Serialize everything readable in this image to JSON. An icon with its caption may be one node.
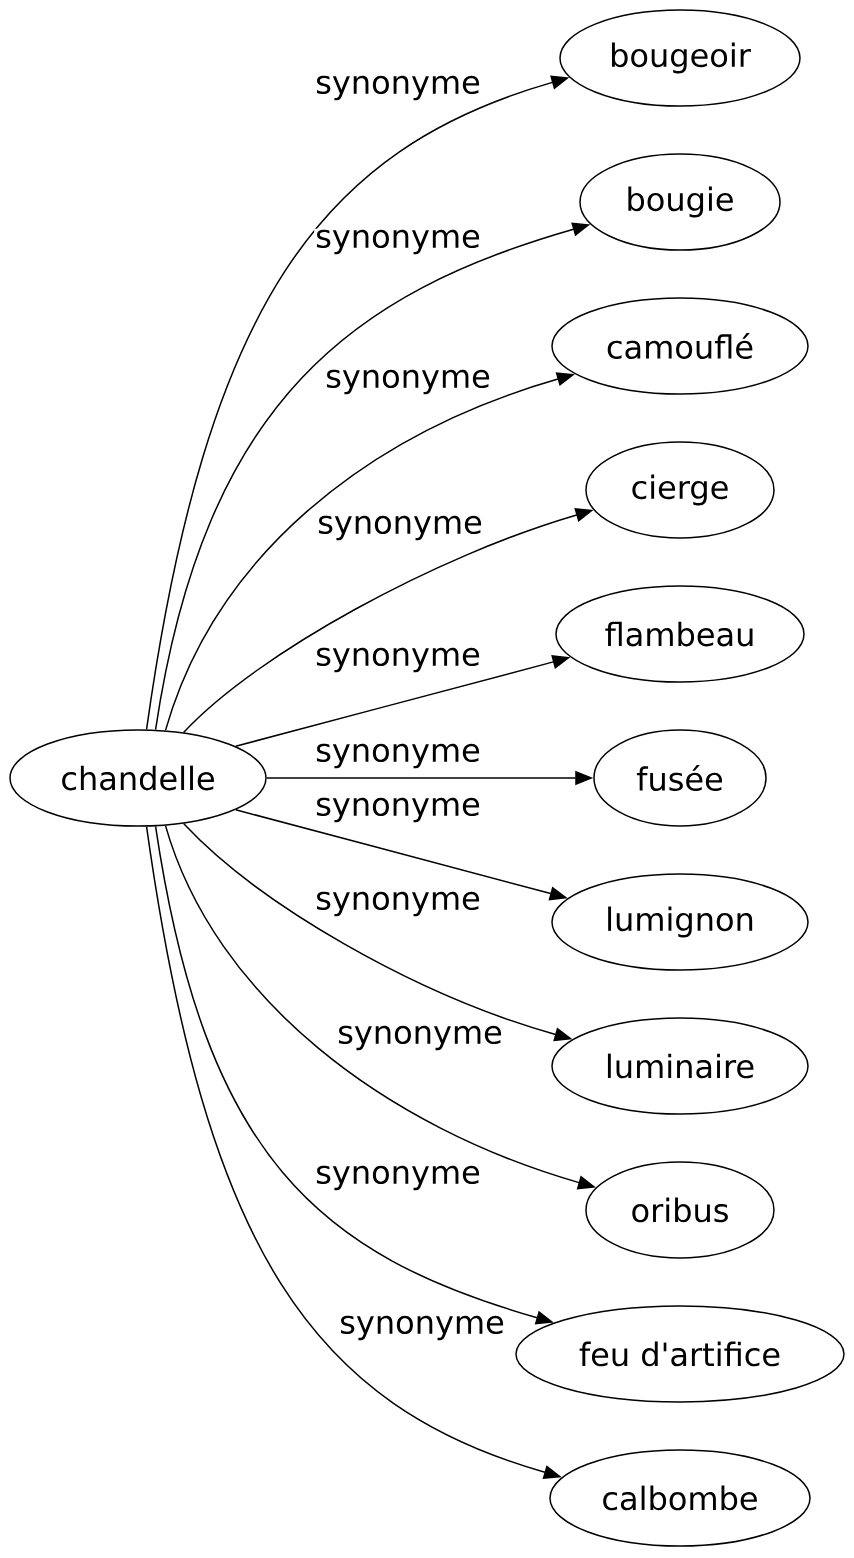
{
  "diagram": {
    "nodes": [
      {
        "text": [
          "chandelle"
        ]
      },
      {
        "text": [
          "bougeoir"
        ]
      },
      {
        "text": [
          "bougie"
        ]
      },
      {
        "text": [
          "camouflé"
        ]
      },
      {
        "text": [
          "cierge"
        ]
      },
      {
        "text": [
          "flambeau"
        ]
      },
      {
        "text": [
          "fusée"
        ]
      },
      {
        "text": [
          "lumignon"
        ]
      },
      {
        "text": [
          "luminaire"
        ]
      },
      {
        "text": [
          "oribus"
        ]
      },
      {
        "text": [
          "feu d'artifice"
        ]
      },
      {
        "text": [
          "calbombe"
        ]
      }
    ],
    "edges": [
      {
        "from": 0,
        "to": 1,
        "arrow": "to",
        "label": "synonyme"
      },
      {
        "from": 0,
        "to": 2,
        "arrow": "to",
        "label": "synonyme"
      },
      {
        "from": 0,
        "to": 3,
        "arrow": "to",
        "label": "synonyme"
      },
      {
        "from": 0,
        "to": 4,
        "arrow": "to",
        "label": "synonyme"
      },
      {
        "from": 0,
        "to": 5,
        "arrow": "to",
        "label": "synonyme"
      },
      {
        "from": 0,
        "to": 6,
        "arrow": "to",
        "label": "synonyme"
      },
      {
        "from": 0,
        "to": 7,
        "arrow": "to",
        "label": "synonyme"
      },
      {
        "from": 0,
        "to": 8,
        "arrow": "to",
        "label": "synonyme"
      },
      {
        "from": 0,
        "to": 9,
        "arrow": "to",
        "label": "synonyme"
      },
      {
        "from": 0,
        "to": 10,
        "arrow": "to",
        "label": "synonyme"
      },
      {
        "from": 0,
        "to": 11,
        "arrow": "to",
        "label": "synonyme"
      }
    ]
  }
}
